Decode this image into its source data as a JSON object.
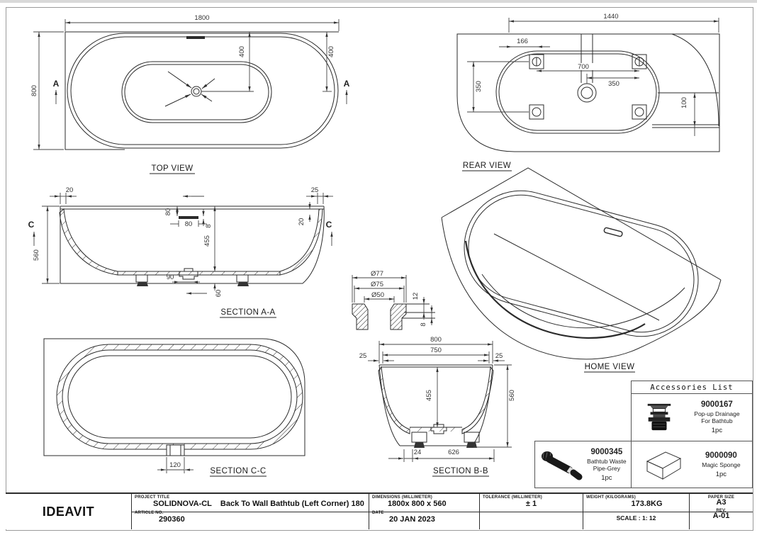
{
  "drawing": {
    "views": {
      "top": {
        "title": "TOP VIEW",
        "marker": "A",
        "dim_length": "1800",
        "dim_width": "800",
        "dim_drain_1": "400",
        "dim_drain_2": "400"
      },
      "rear": {
        "title": "REAR VIEW",
        "dim_length": "1440",
        "dim_overflow": "166",
        "dim_feet_span": "700",
        "dim_drain_offset": "350",
        "dim_feet_vert": "350",
        "dim_base": "100"
      },
      "section_aa": {
        "title": "SECTION A-A",
        "marker": "C",
        "dim_rim_left": "20",
        "dim_rim_right": "25",
        "dim_rim_edge": "20",
        "dim_overflow_drop": "80",
        "dim_overflow_width": "80",
        "dim_overflow_height": "8",
        "dim_depth": "455",
        "dim_height": "560",
        "dim_drain": "90",
        "dim_base": "60"
      },
      "drain_detail": {
        "dim_d_outer": "Ø77",
        "dim_d_mid": "Ø75",
        "dim_d_inner": "Ø50",
        "dim_h_top": "12",
        "dim_h_lip": "8"
      },
      "section_cc": {
        "title": "SECTION C-C",
        "dim_pocket": "120"
      },
      "section_bb": {
        "title": "SECTION B-B",
        "dim_width": "800",
        "dim_inner_width": "750",
        "dim_rim_left": "25",
        "dim_rim_right": "25",
        "dim_depth": "455",
        "dim_height": "560",
        "dim_foot_offset": "24",
        "dim_base_width": "626"
      },
      "home": {
        "title": "HOME VIEW"
      }
    },
    "accessories": {
      "header": "Accessories List",
      "items": [
        {
          "code": "9000167",
          "desc_line1": "Pop-up Drainage",
          "desc_line2": "For Bathtub",
          "qty": "1pc"
        },
        {
          "code": "9000345",
          "desc_line1": "Bathtub Waste",
          "desc_line2": "Pipe-Grey",
          "qty": "1pc"
        },
        {
          "code": "9000090",
          "desc_line1": "Magic Sponge",
          "desc_line2": "",
          "qty": "1pc"
        }
      ]
    },
    "title_block": {
      "brand": "IDEAVIT",
      "project_title_label": "PROJECT TITLE",
      "project_model": "SOLIDNOVA-CL",
      "project_name": "Back To Wall Bathtub (Left Corner) 180",
      "article_label": "ARTICLE NO.",
      "article_no": "290360",
      "dimensions_label": "DIMENSIONS (MILLIMETER)",
      "dimensions": "1800x 800 x 560",
      "date_label": "DATE",
      "date": "20 JAN 2023",
      "tolerance_label": "TOLERANCE (MILLIMETER)",
      "tolerance": "± 1",
      "weight_label": "WEIGHT (KILOGRAMS)",
      "weight": "173.8KG",
      "scale": "SCALE : 1: 12",
      "paper_label": "PAPER SIZE",
      "paper_size": "A3",
      "rev_label": "REV.",
      "rev": "A-01"
    }
  }
}
